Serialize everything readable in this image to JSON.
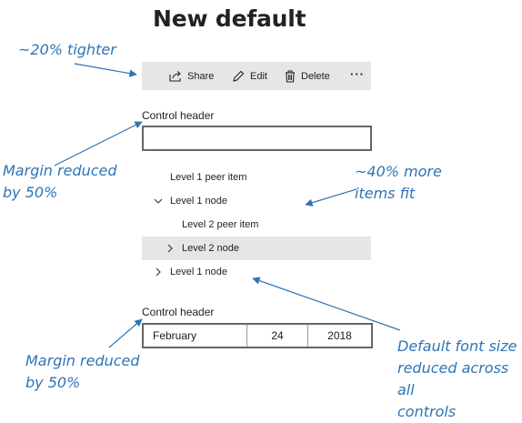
{
  "title": "New default",
  "command_bar": {
    "share_label": "Share",
    "share_icon": "share-icon",
    "edit_label": "Edit",
    "edit_icon": "edit-icon",
    "delete_label": "Delete",
    "delete_icon": "delete-icon",
    "more_label": "···",
    "more_icon": "more-icon"
  },
  "textbox": {
    "header": "Control header",
    "value": ""
  },
  "tree": {
    "items": [
      {
        "label": "Level 1 peer item",
        "level": 1,
        "chevron": "none",
        "selected": false
      },
      {
        "label": "Level 1 node",
        "level": 1,
        "chevron": "down",
        "selected": false
      },
      {
        "label": "Level 2 peer item",
        "level": 2,
        "chevron": "none",
        "selected": false
      },
      {
        "label": "Level 2 node",
        "level": 2,
        "chevron": "right",
        "selected": true
      },
      {
        "label": "Level 1 node",
        "level": 1,
        "chevron": "right",
        "selected": false
      }
    ]
  },
  "date_picker": {
    "header": "Control header",
    "month": "February",
    "day": "24",
    "year": "2018"
  },
  "annotations": {
    "tighter": "~20% tighter",
    "margin_top_line1": "Margin reduced",
    "margin_top_line2": "by 50%",
    "more_items_line1": "~40% more",
    "more_items_line2": "items fit",
    "margin_bottom_line1": "Margin reduced",
    "margin_bottom_line2": "by 50%",
    "font_line1": "Default font size",
    "font_line2": "reduced across all",
    "font_line3": "controls"
  },
  "colors": {
    "annotation": "#2e74b5",
    "selected_background": "#e6e6e6",
    "command_bar_background": "#e6e6e6"
  }
}
